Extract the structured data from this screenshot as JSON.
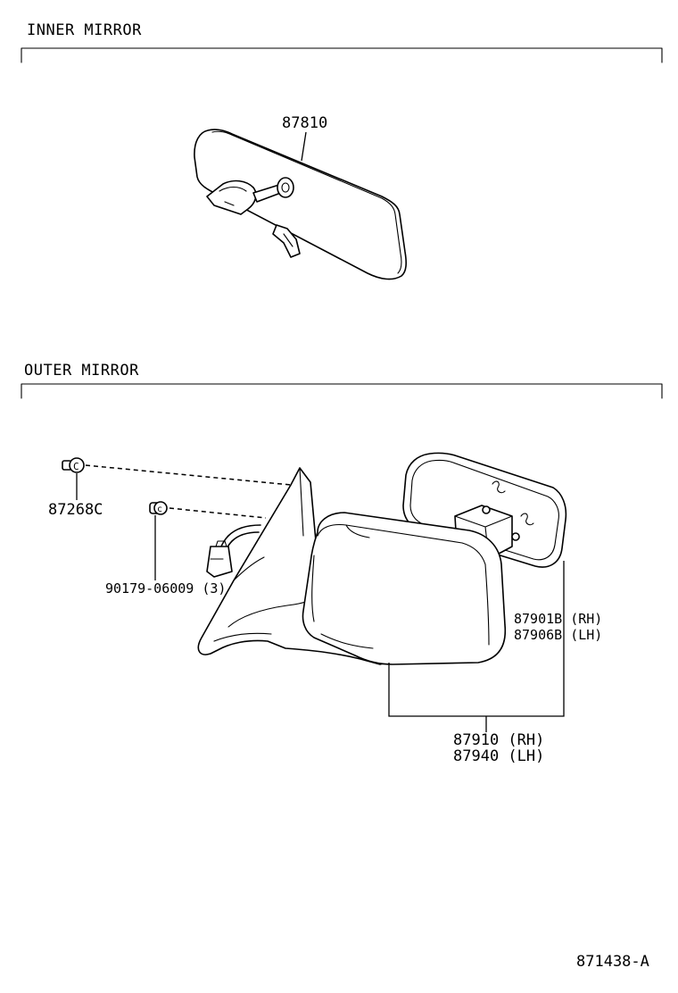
{
  "sections": {
    "inner": {
      "title": "INNER MIRROR"
    },
    "outer": {
      "title": "OUTER MIRROR"
    }
  },
  "parts": {
    "inner_mirror": "87810",
    "screw": "87268C",
    "nut": "90179-06009 (3)",
    "mirror_glass_rh": "87901B (RH)",
    "mirror_glass_lh": "87906B (LH)",
    "mirror_assy_rh": "87910 (RH)",
    "mirror_assy_lh": "87940 (LH)"
  },
  "figure_id": "871438-A"
}
